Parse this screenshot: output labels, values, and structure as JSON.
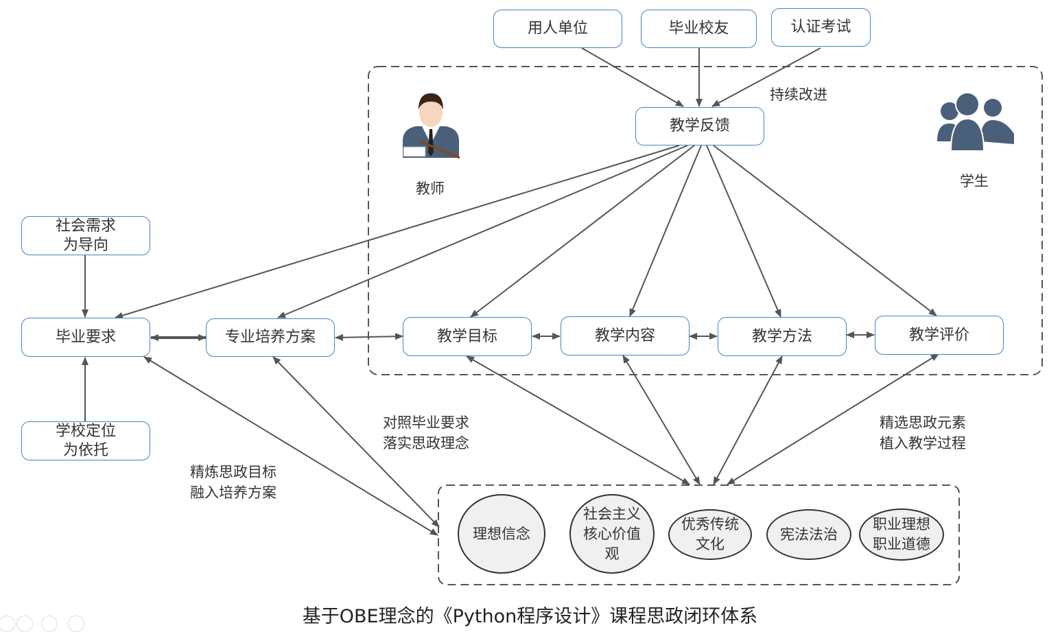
{
  "feedback_sources": [
    "用人单位",
    "毕业校友",
    "认证考试"
  ],
  "center": "教学反馈",
  "continuous_improvement": "持续改进",
  "teacher_label": "教师",
  "student_label": "学生",
  "teacher_icon": "teacher-icon",
  "students_icon": "students-group-icon",
  "left_boxes": {
    "social_demand": "社会需求\n为导向",
    "graduation_req": "毕业要求",
    "school_position": "学校定位\n为依托"
  },
  "plan": "专业培养方案",
  "teaching": [
    "教学目标",
    "教学内容",
    "教学方法",
    "教学评价"
  ],
  "annotations": {
    "refine": "精炼思政目标\n融入培养方案",
    "contrast": "对照毕业要求\n落实思政理念",
    "select": "精选思政元素\n植入教学过程"
  },
  "elements": [
    "理想信念",
    "社会主义\n核心价值\n观",
    "优秀传统\n文化",
    "宪法法治",
    "职业理想\n职业道德"
  ],
  "caption": "基于OBE理念的《Python程序设计》课程思政闭环体系",
  "colors": {
    "box_border": "#4a7fc4",
    "arrow": "#555555",
    "icon": "#4a5f7a",
    "circle_fill": "#f0f0f0"
  }
}
